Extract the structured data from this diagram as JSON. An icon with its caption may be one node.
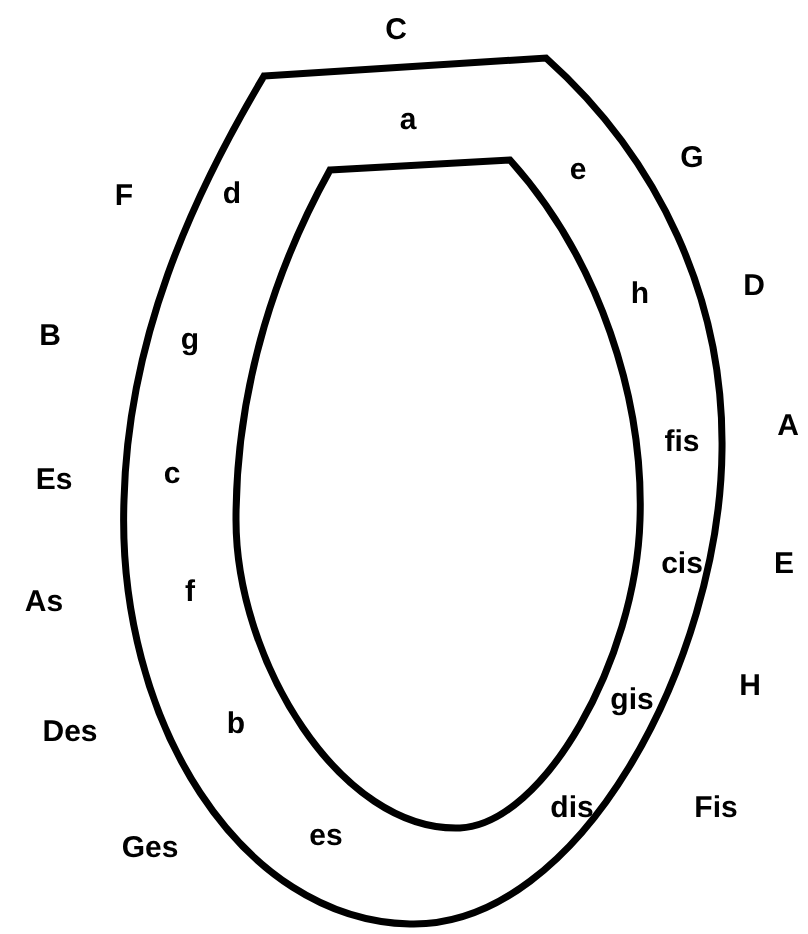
{
  "diagram": {
    "labels": [
      "C",
      "a",
      "G",
      "e",
      "F",
      "d",
      "D",
      "h",
      "B",
      "g",
      "A",
      "fis",
      "Es",
      "c",
      "cis",
      "E",
      "As",
      "f",
      "H",
      "gis",
      "Des",
      "b",
      "Fis",
      "dis",
      "Ges",
      "es"
    ]
  }
}
